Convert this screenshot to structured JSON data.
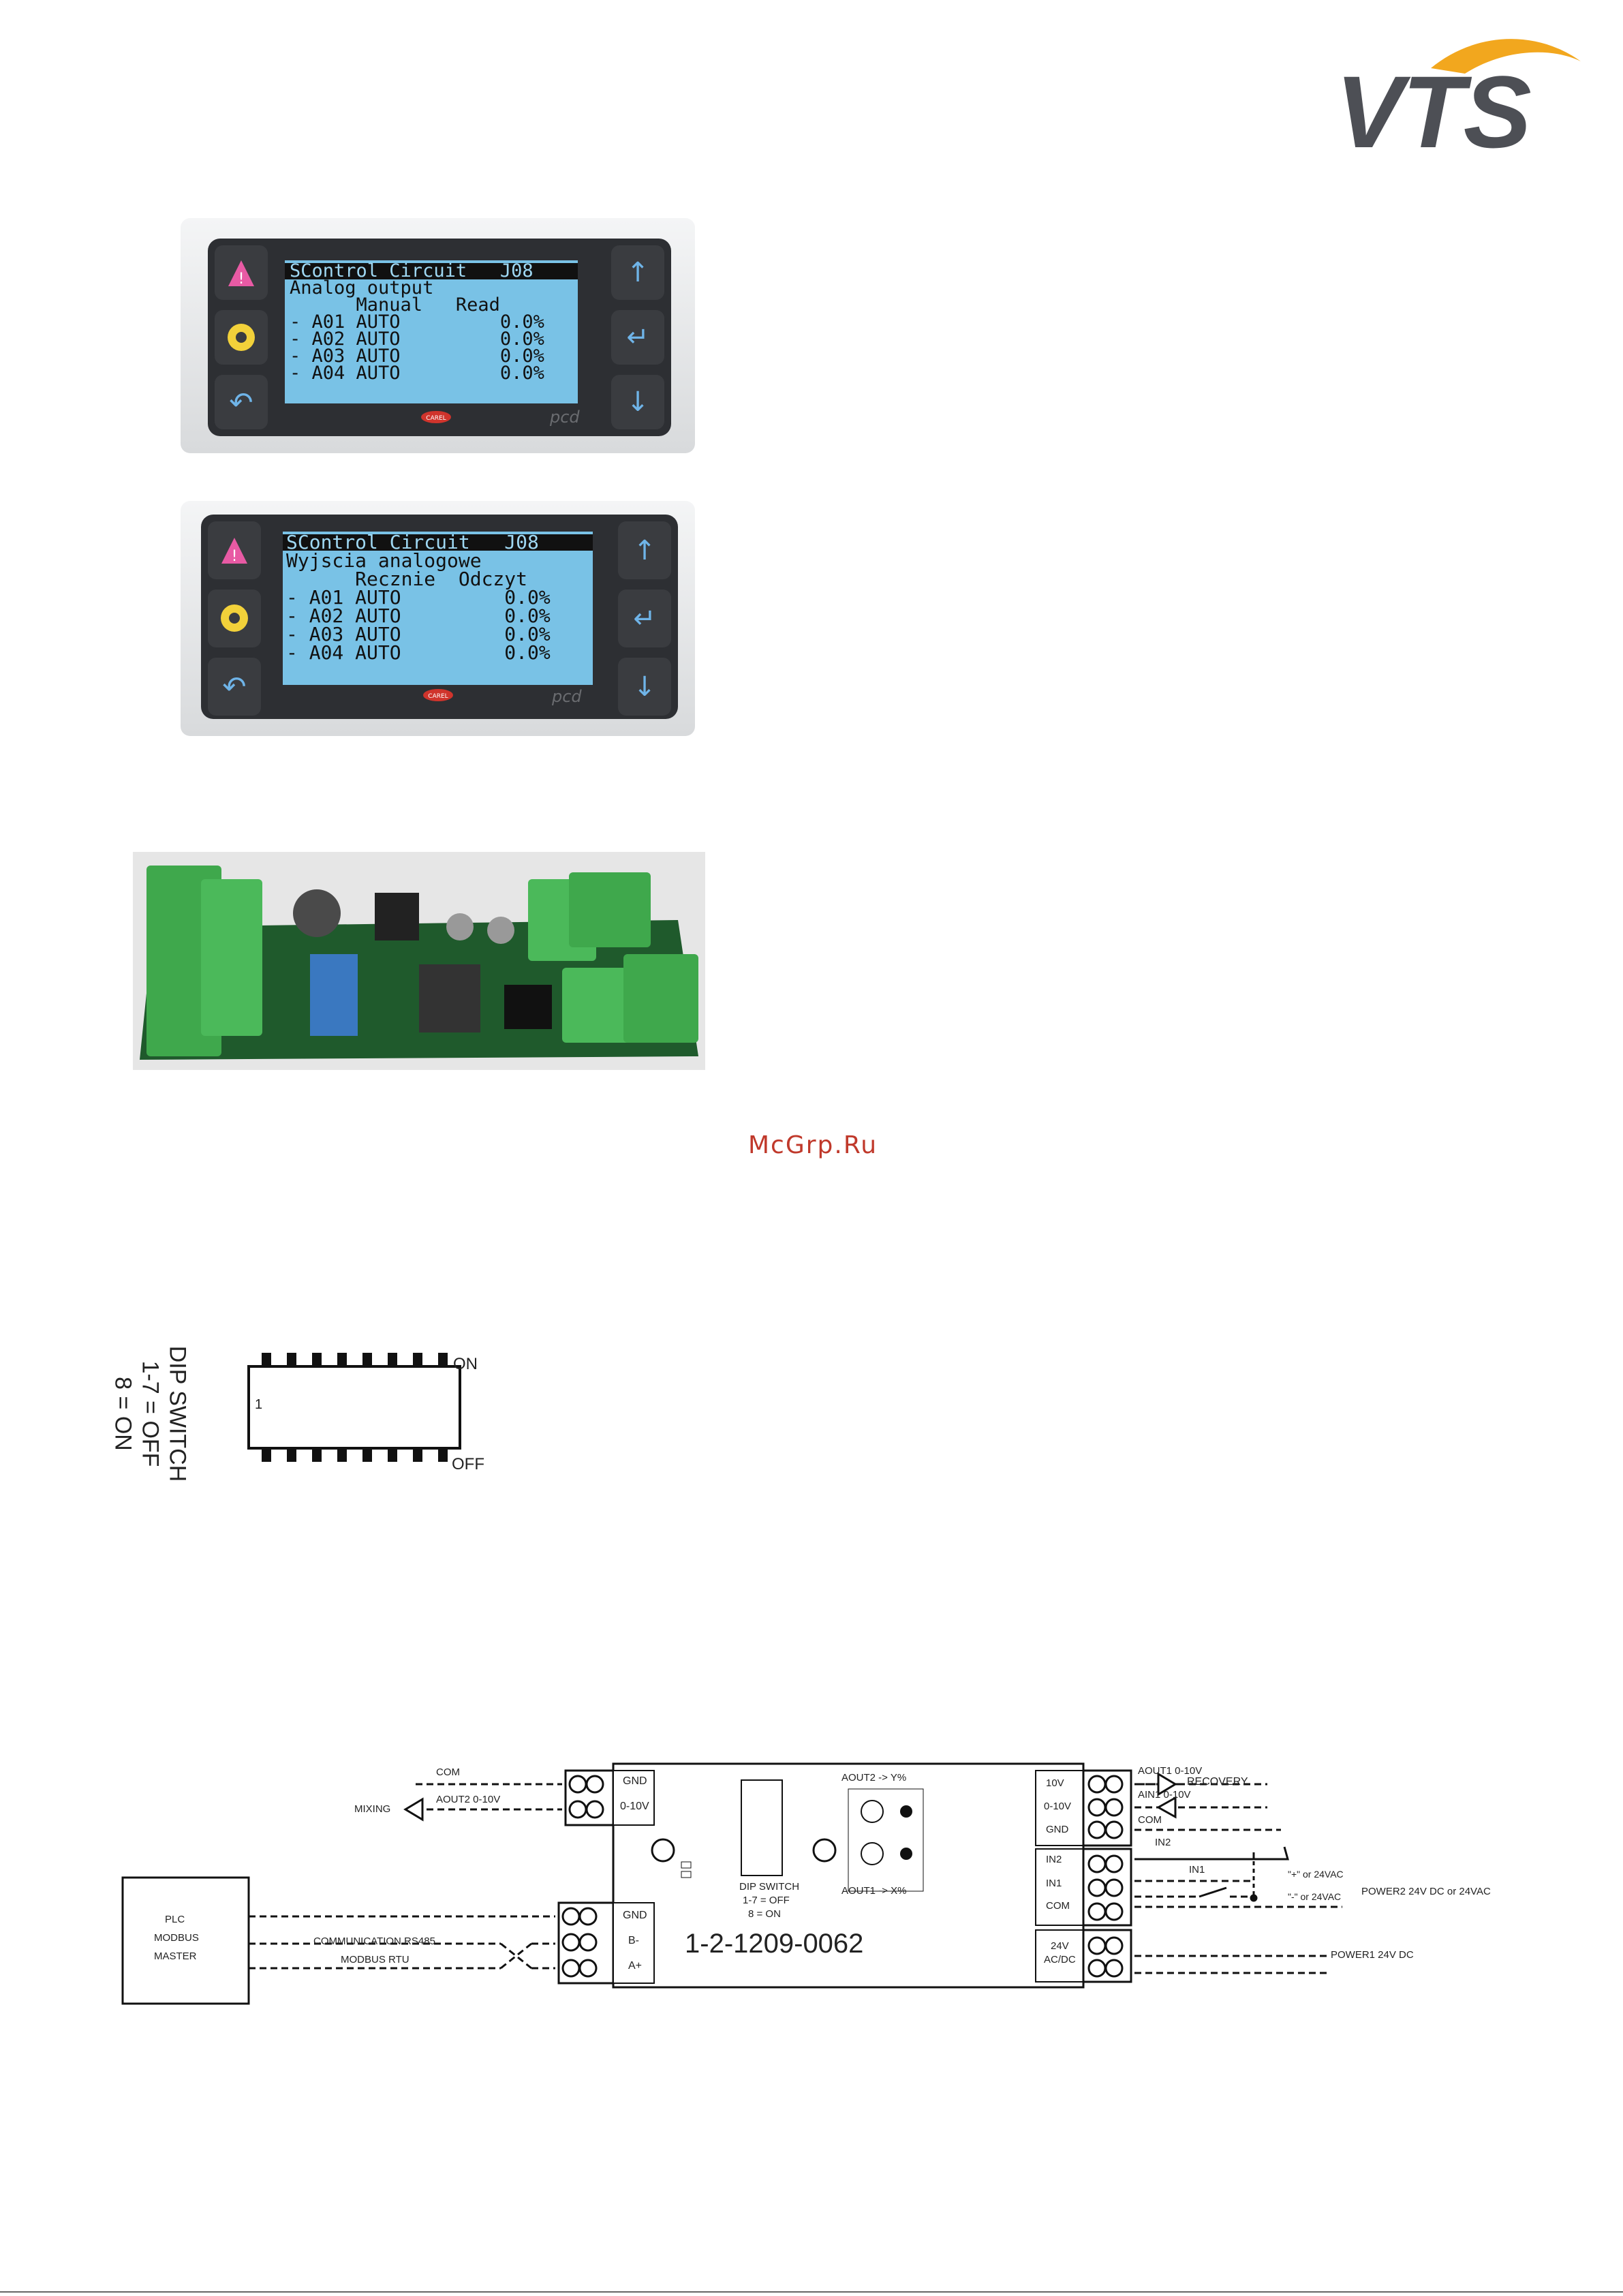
{
  "logo": {
    "text": "VTS"
  },
  "watermark": "McGrp.Ru",
  "panel_en": {
    "lines": [
      "SControl Circuit   J08",
      "Analog output",
      "      Manual   Read",
      "- A01 AUTO         0.0%",
      "- A02 AUTO         0.0%",
      "- A03 AUTO         0.0%",
      "- A04 AUTO         0.0%"
    ],
    "brand": "CAREL",
    "model": "pcd"
  },
  "panel_pl": {
    "lines": [
      "SControl Circuit   J08",
      "Wyjscia analogowe",
      "      Recznie  Odczyt",
      "- A01 AUTO         0.0%",
      "- A02 AUTO         0.0%",
      "- A03 AUTO         0.0%",
      "- A04 AUTO         0.0%"
    ],
    "brand": "CAREL",
    "model": "pcd"
  },
  "dip_figure": {
    "caption": [
      "DIP SWITCH",
      "1-7 = OFF",
      "8 = ON"
    ],
    "on": "ON",
    "off": "OFF",
    "switch_1": "1"
  },
  "wiring": {
    "module_code": "1-2-1209-0062",
    "left_top_terminals": [
      "GND",
      "0-10V"
    ],
    "left_bottom_terminals": [
      "GND",
      "B-",
      "A+"
    ],
    "right_top_terminals": [
      "10V",
      "0-10V",
      "GND"
    ],
    "right_mid_terminals": [
      "IN2",
      "IN1",
      "COM"
    ],
    "right_bottom_terminals": [
      "24V",
      "AC/DC"
    ],
    "dip_caption": [
      "DIP SWITCH",
      "1-7 = OFF",
      "8 = ON"
    ],
    "aout2": "AOUT2 -> Y%",
    "aout1": "AOUT1 -> X%",
    "left_labels": {
      "com": "COM",
      "aout2": "AOUT2 0-10V",
      "mixing": "MIXING"
    },
    "plc": [
      "PLC",
      "MODBUS",
      "MASTER"
    ],
    "comm": "COMMUNICATION RS485",
    "modbus": "MODBUS RTU",
    "right_labels": {
      "aout1": "AOUT1 0-10V",
      "ain1": "AIN1 0-10V",
      "com": "COM",
      "recovery": "RECOVERY",
      "in2": "IN2",
      "in1": "IN1",
      "plus": "\"+\" or 24VAC",
      "minus": "\"-\" or 24VAC",
      "power2": "POWER2 24V DC or 24VAC",
      "power1": "POWER1 24V DC"
    }
  }
}
